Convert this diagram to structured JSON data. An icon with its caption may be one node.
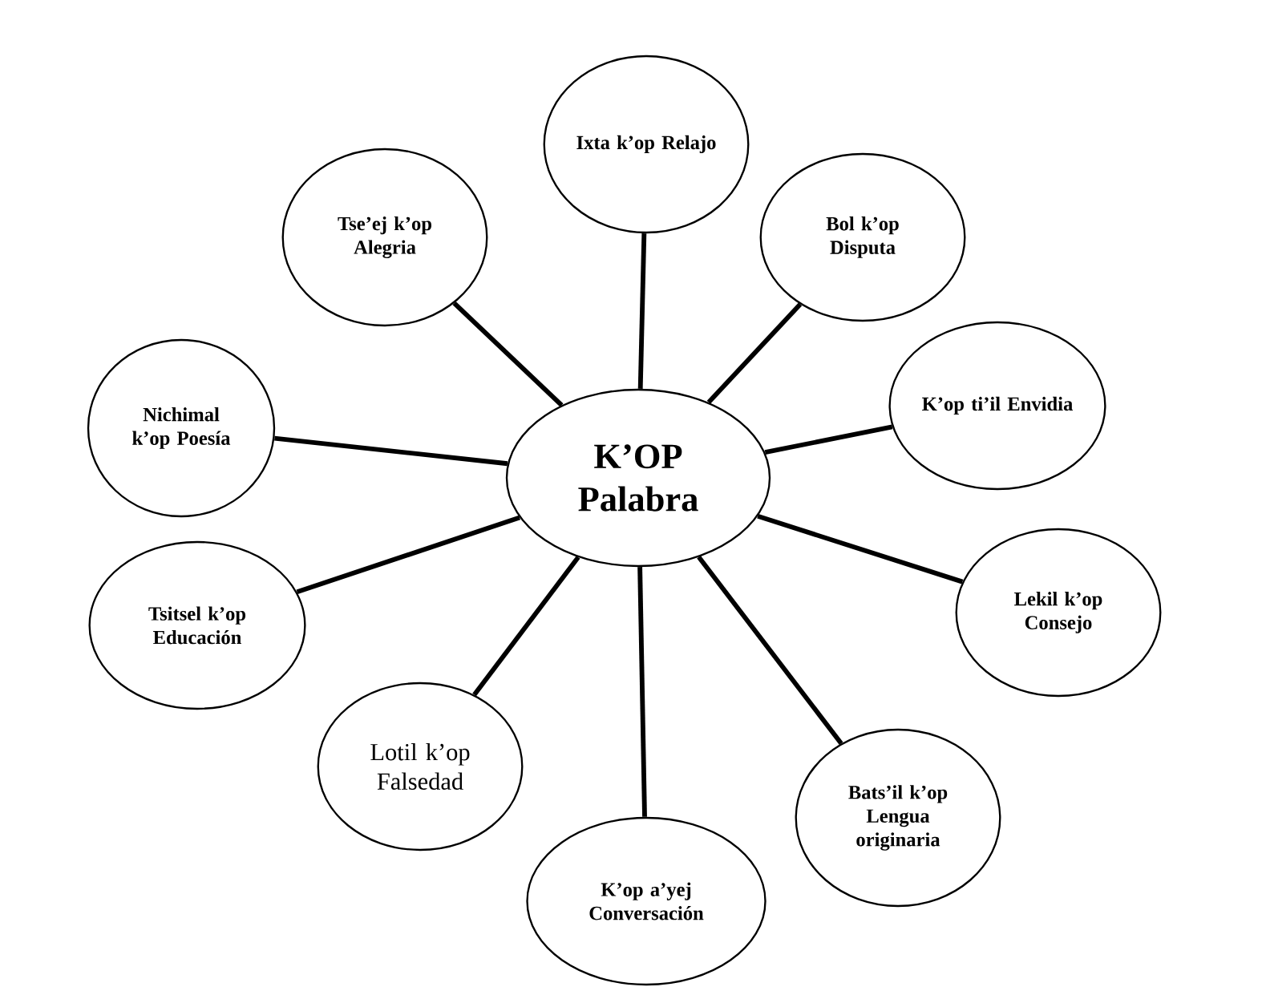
{
  "diagram": {
    "nodes": [
      {
        "text": [
          "K’OP Palabra"
        ]
      },
      {
        "text": [
          "Ixta k’op Relajo"
        ]
      },
      {
        "text": [
          "Bol k’op Disputa"
        ]
      },
      {
        "text": [
          "K’op ti’il Envidia"
        ]
      },
      {
        "text": [
          "Lekil k’op Consejo"
        ]
      },
      {
        "text": [
          "Bats’il k’op Lengua originaria"
        ]
      },
      {
        "text": [
          "K’op a’yej Conversación"
        ]
      },
      {
        "text": [
          "Lotil k’op Falsedad"
        ]
      },
      {
        "text": [
          "Tsitsel k’op Educación"
        ]
      },
      {
        "text": [
          "Nichimal k’op Poesía"
        ]
      },
      {
        "text": [
          "Tse’ej k’op Alegria"
        ]
      }
    ],
    "edges": [
      {
        "from": 0,
        "to": 1,
        "arrow": "none"
      },
      {
        "from": 0,
        "to": 2,
        "arrow": "none"
      },
      {
        "from": 0,
        "to": 3,
        "arrow": "none"
      },
      {
        "from": 0,
        "to": 4,
        "arrow": "none"
      },
      {
        "from": 0,
        "to": 5,
        "arrow": "none"
      },
      {
        "from": 0,
        "to": 6,
        "arrow": "none"
      },
      {
        "from": 0,
        "to": 7,
        "arrow": "none"
      },
      {
        "from": 0,
        "to": 8,
        "arrow": "none"
      },
      {
        "from": 0,
        "to": 9,
        "arrow": "none"
      },
      {
        "from": 0,
        "to": 10,
        "arrow": "none"
      }
    ]
  }
}
